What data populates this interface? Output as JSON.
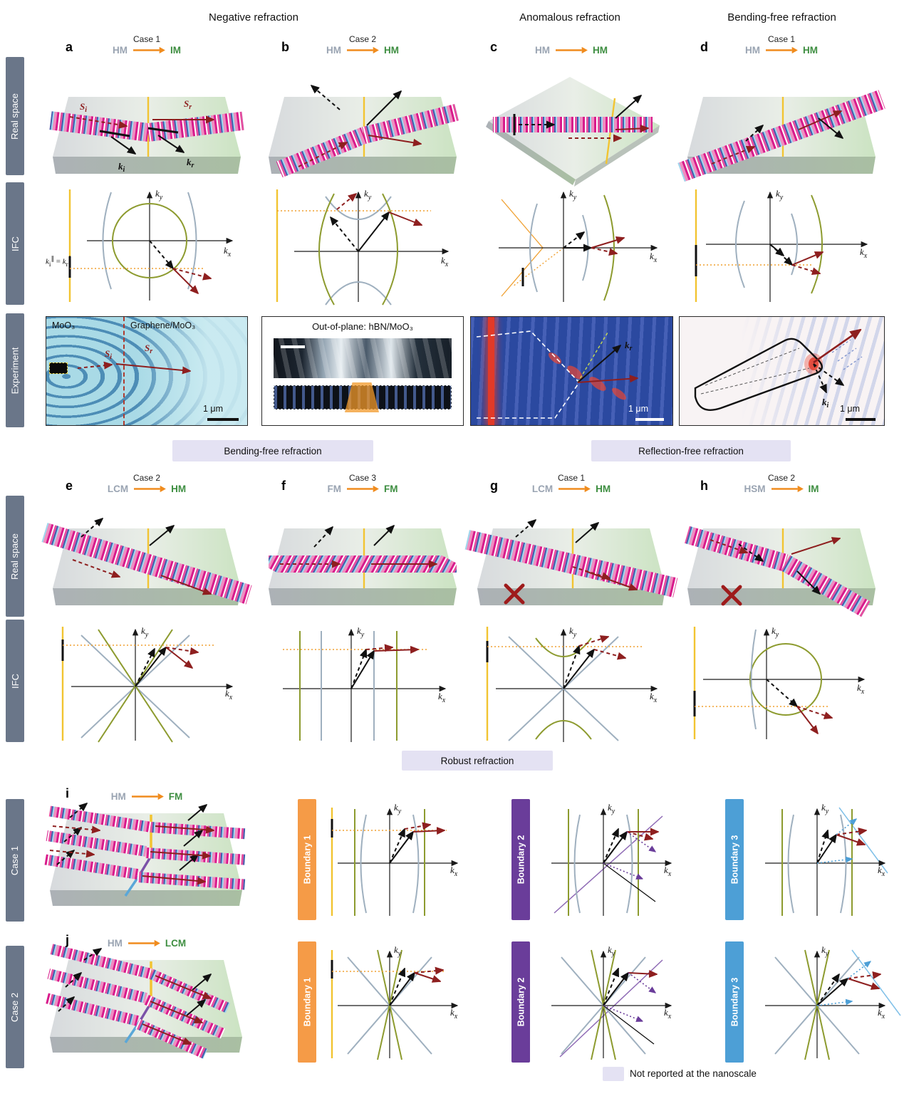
{
  "section_headers": {
    "negative": "Negative refraction",
    "anomalous": "Anomalous refraction",
    "bending_free": "Bending-free refraction"
  },
  "row_labels": {
    "real_space": "Real space",
    "ifc": "IFC",
    "experiment": "Experiment",
    "case1": "Case 1",
    "case2": "Case 2"
  },
  "banners": {
    "bending_free": "Bending-free refraction",
    "reflection_free": "Reflection-free refraction",
    "robust": "Robust refraction"
  },
  "panels": {
    "a": {
      "letter": "a",
      "case": "Case 1",
      "from": "HM",
      "to": "IM"
    },
    "b": {
      "letter": "b",
      "case": "Case 2",
      "from": "HM",
      "to": "HM"
    },
    "c": {
      "letter": "c",
      "case": "",
      "from": "HM",
      "to": "HM"
    },
    "d": {
      "letter": "d",
      "case": "Case 1",
      "from": "HM",
      "to": "HM"
    },
    "e": {
      "letter": "e",
      "case": "Case 2",
      "from": "LCM",
      "to": "HM"
    },
    "f": {
      "letter": "f",
      "case": "Case 3",
      "from": "FM",
      "to": "FM"
    },
    "g": {
      "letter": "g",
      "case": "Case 1",
      "from": "LCM",
      "to": "HM"
    },
    "h": {
      "letter": "h",
      "case": "Case 2",
      "from": "HSM",
      "to": "IM"
    },
    "i": {
      "letter": "i",
      "from": "HM",
      "to": "FM"
    },
    "j": {
      "letter": "j",
      "from": "HM",
      "to": "LCM"
    }
  },
  "math": {
    "k": "k",
    "S": "S",
    "sub_i": "i",
    "sub_r": "r",
    "sub_x": "x",
    "sub_y": "y",
    "parallel": "∥",
    "equals": "="
  },
  "experiments": {
    "a": {
      "label_left": "MoO₃",
      "label_right": "Graphene/MoO₃",
      "scale": "1 μm"
    },
    "b": {
      "title": "Out-of-plane: hBN/MoO₃"
    },
    "c": {
      "scale": "1 μm"
    },
    "d": {
      "scale": "1 μm"
    }
  },
  "boundaries": {
    "b1": "Boundary 1",
    "b2": "Boundary 2",
    "b3": "Boundary 3"
  },
  "legend": {
    "not_reported": "Not reported at the nanoscale"
  },
  "colors": {
    "accent_orange": "#f08c1e",
    "row_label_bg": "#6a7689",
    "banner_bg": "#e4e2f3",
    "from_gray": "#9aa4b2",
    "to_green": "#3e8e41",
    "dark_red": "#8e1f1f",
    "olive": "#8d9b2f",
    "ifc_gray": "#9fb0bf",
    "boundary_yellow": "#f2c431",
    "boundary1_orange": "#f59b47",
    "boundary2_purple": "#6a3d9a",
    "boundary3_blue": "#4d9fd6"
  }
}
